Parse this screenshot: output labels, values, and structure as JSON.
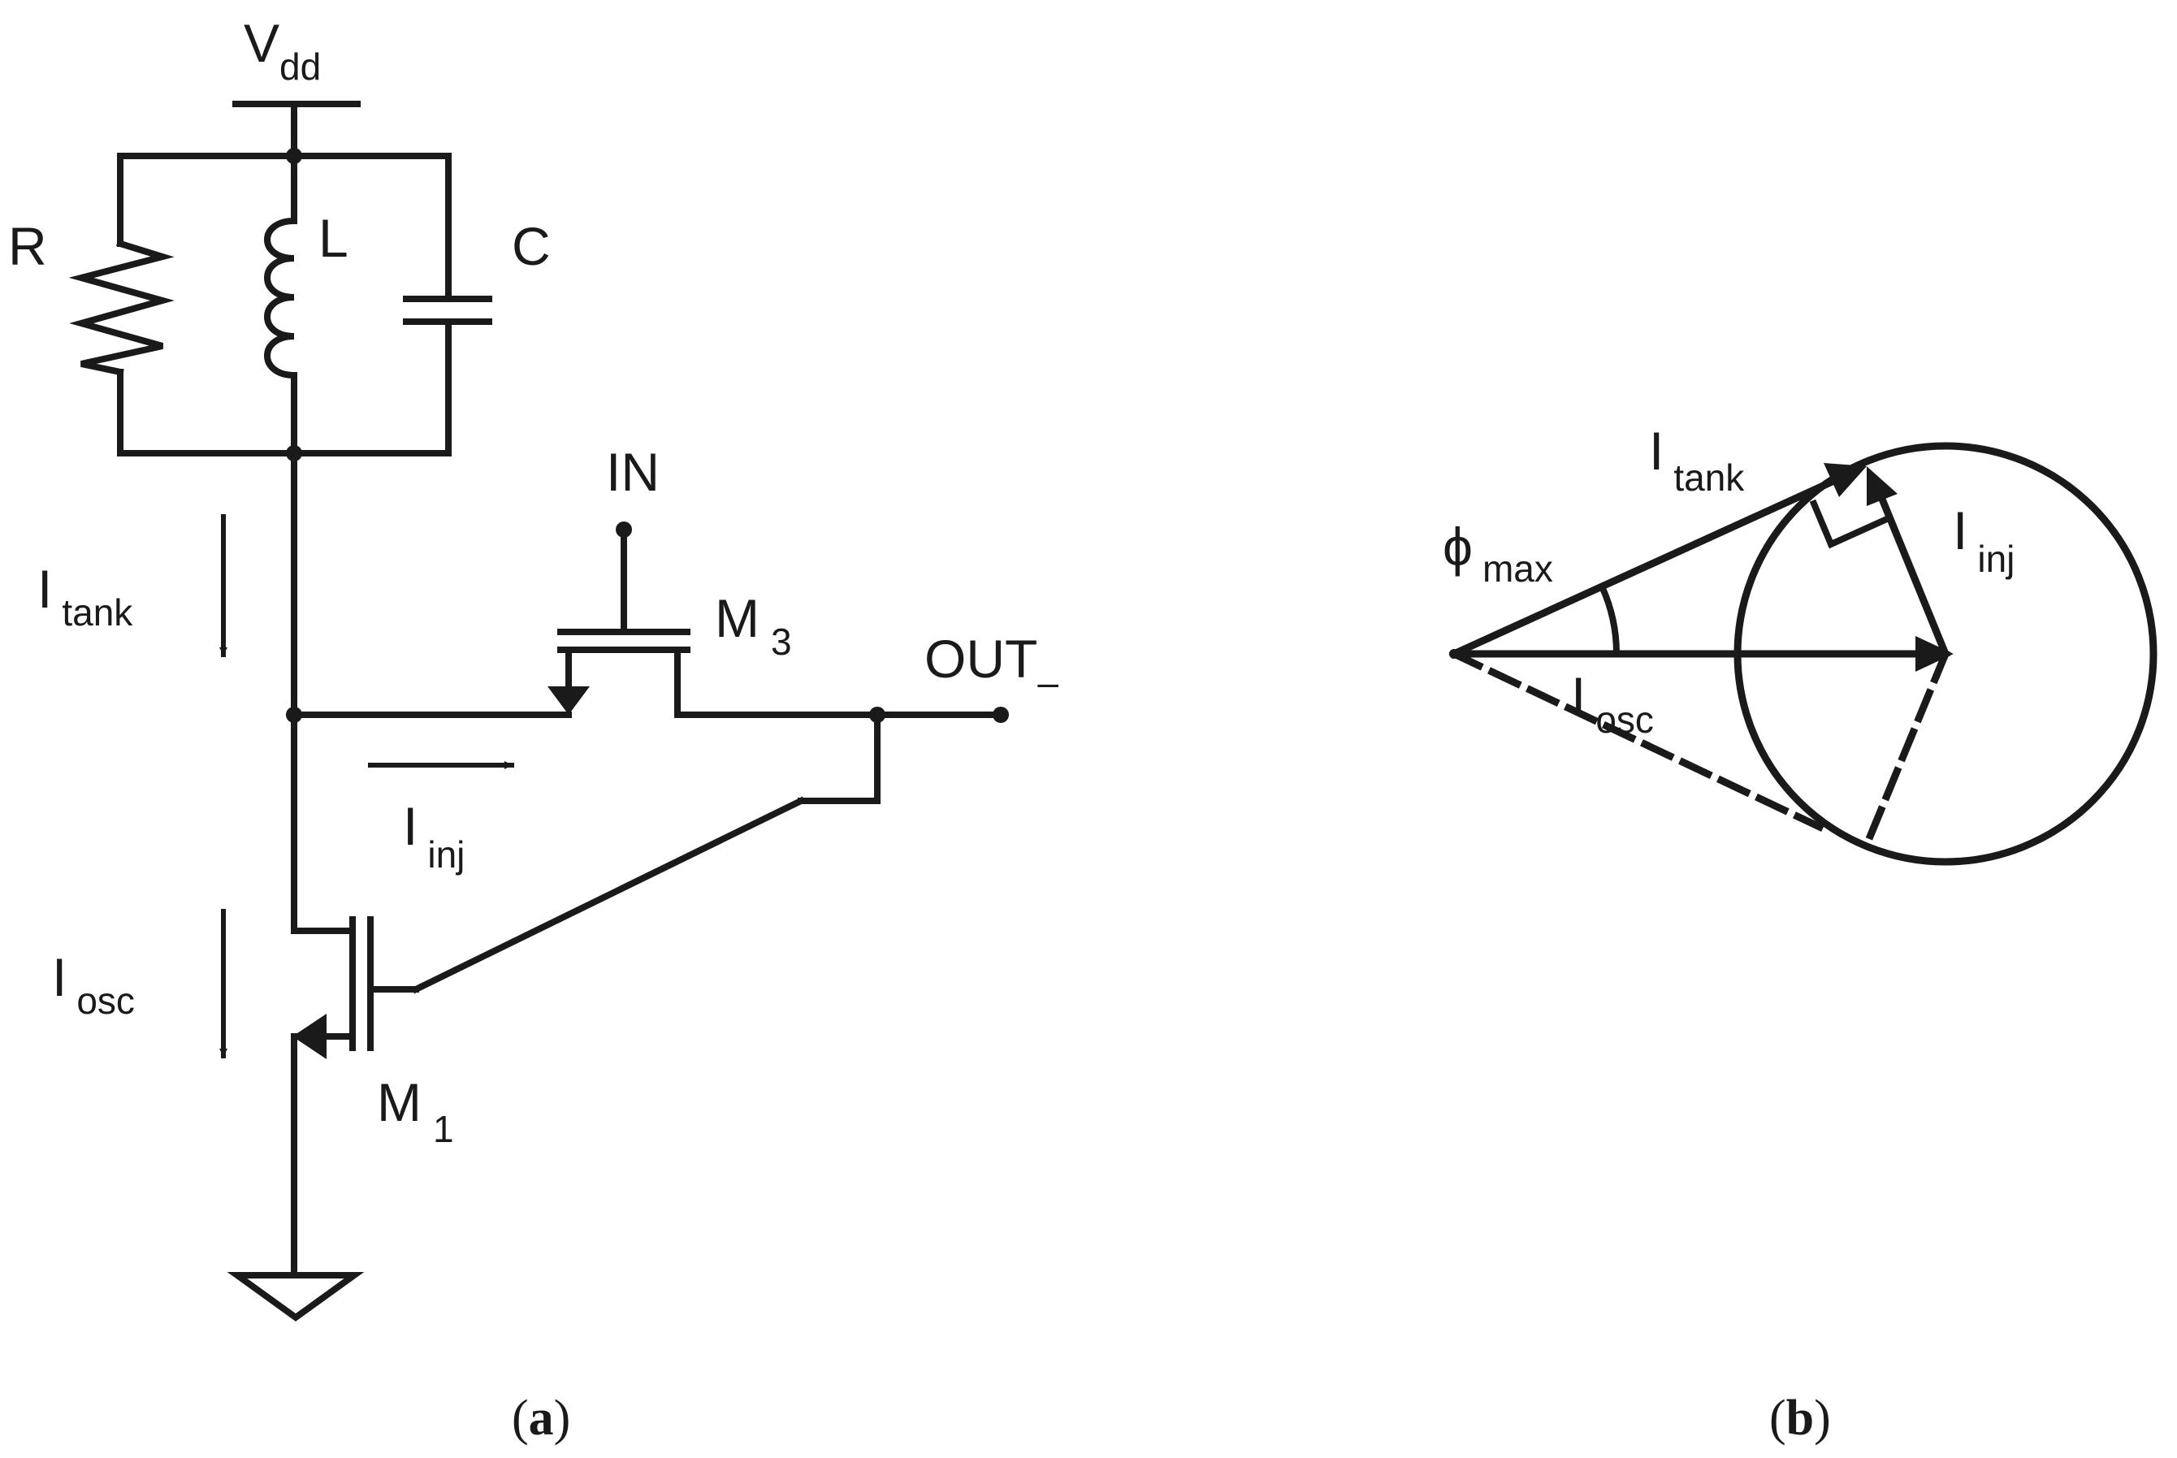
{
  "panel_a": {
    "labels": {
      "vdd": {
        "main": "V",
        "sub": "dd"
      },
      "r": "R",
      "l": "L",
      "c": "C",
      "in": "IN",
      "m3": {
        "main": "M",
        "sub": "3"
      },
      "out": {
        "main": "OUT",
        "sub": "–"
      },
      "m1": {
        "main": "M",
        "sub": "1"
      },
      "i_tank": {
        "main": "I",
        "sub": "tank"
      },
      "i_inj": {
        "main": "I",
        "sub": "inj"
      },
      "i_osc": {
        "main": "I",
        "sub": "osc"
      }
    },
    "caption": {
      "open": "(",
      "letter": "a",
      "close": ")"
    }
  },
  "panel_b": {
    "labels": {
      "i_tank": {
        "main": "I",
        "sub": "tank"
      },
      "i_inj": {
        "main": "I",
        "sub": "inj"
      },
      "i_osc": {
        "main": "I",
        "sub": "osc"
      },
      "phi": {
        "main": "ϕ",
        "sub": "max"
      }
    },
    "caption": {
      "open": "(",
      "letter": "b",
      "close": ")"
    }
  },
  "colors": {
    "stroke": "#1a1a1a",
    "background": "#ffffff"
  }
}
